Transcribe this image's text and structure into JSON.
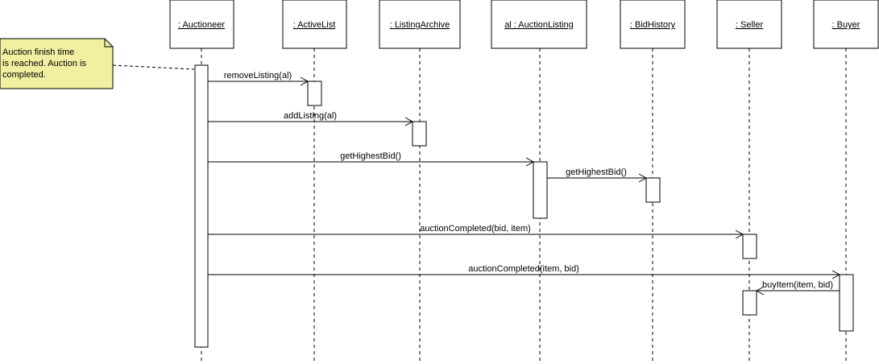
{
  "diagram": {
    "lifelines": [
      {
        "id": "auctioneer",
        "label": ": Auctioneer"
      },
      {
        "id": "activelist",
        "label": ": ActiveList"
      },
      {
        "id": "listingarchive",
        "label": ": ListingArchive"
      },
      {
        "id": "auctionlisting",
        "label": "al : AuctionListing"
      },
      {
        "id": "bidhistory",
        "label": ": BidHistory"
      },
      {
        "id": "seller",
        "label": ": Seller"
      },
      {
        "id": "buyer",
        "label": ": Buyer"
      }
    ],
    "note": {
      "lines": [
        "Auction finish time",
        "is reached. Auction is",
        "completed."
      ],
      "fill": "#f0f0a0",
      "attached_to": "auctioneer"
    },
    "messages": [
      {
        "from": "auctioneer",
        "to": "activelist",
        "label": "removeListing(al)"
      },
      {
        "from": "auctioneer",
        "to": "listingarchive",
        "label": "addListing(al)"
      },
      {
        "from": "auctioneer",
        "to": "auctionlisting",
        "label": "getHighestBid()"
      },
      {
        "from": "auctionlisting",
        "to": "bidhistory",
        "label": "getHighestBid()"
      },
      {
        "from": "auctioneer",
        "to": "seller",
        "label": "auctionCompleted(bid, item)"
      },
      {
        "from": "auctioneer",
        "to": "buyer",
        "label": "auctionCompleted(item, bid)"
      },
      {
        "from": "buyer",
        "to": "seller",
        "label": "buyItem(item, bid)"
      }
    ]
  }
}
